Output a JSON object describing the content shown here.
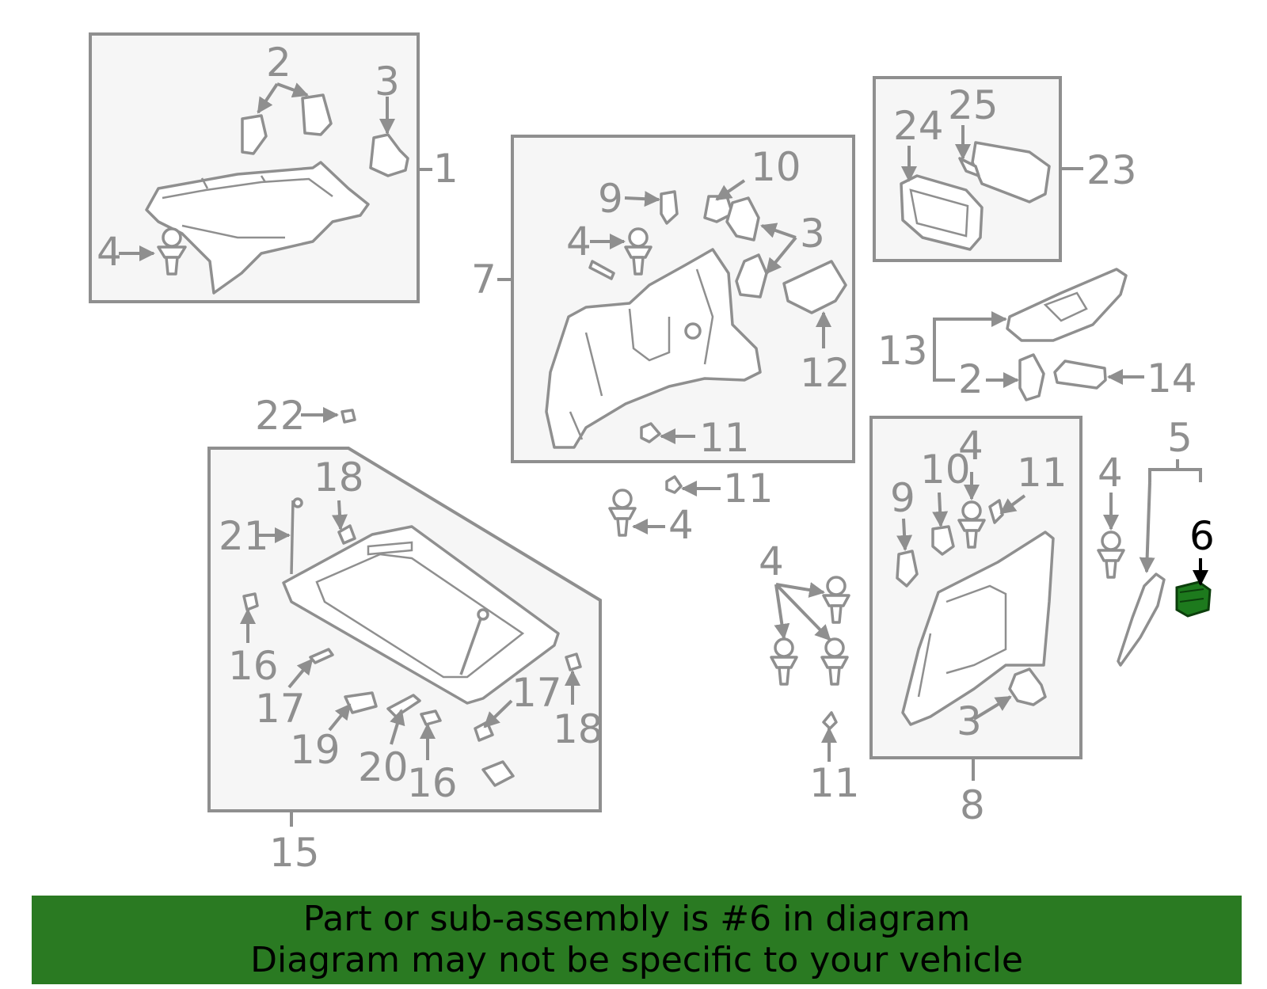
{
  "diagram": {
    "highlighted_part": "6",
    "callouts": {
      "c1": "1",
      "c2a": "2",
      "c3a": "3",
      "c4a": "4",
      "c7": "7",
      "c9a": "9",
      "c10a": "10",
      "c4b": "4",
      "c3b": "3",
      "c12": "12",
      "c11a": "11",
      "c24": "24",
      "c25": "25",
      "c23": "23",
      "c13": "13",
      "c2b": "2",
      "c14": "14",
      "c22": "22",
      "c18a": "18",
      "c21": "21",
      "c16a": "16",
      "c17a": "17",
      "c19": "19",
      "c20": "20",
      "c16b": "16",
      "c17b": "17",
      "c18b": "18",
      "c15": "15",
      "c11b": "11",
      "c4c": "4",
      "c4d": "4",
      "c11c": "11",
      "c4e": "4",
      "c10b": "10",
      "c9b": "9",
      "c11d": "11",
      "c3c": "3",
      "c8": "8",
      "c5": "5",
      "c4f": "4",
      "c6": "6"
    },
    "colors": {
      "line": "#8f8f8f",
      "highlight": "#1d7a1d",
      "banner": "#2a7a22"
    }
  },
  "banner": {
    "line1": "Part or sub-assembly is #6 in diagram",
    "line2": "Diagram may not be specific to your vehicle"
  }
}
